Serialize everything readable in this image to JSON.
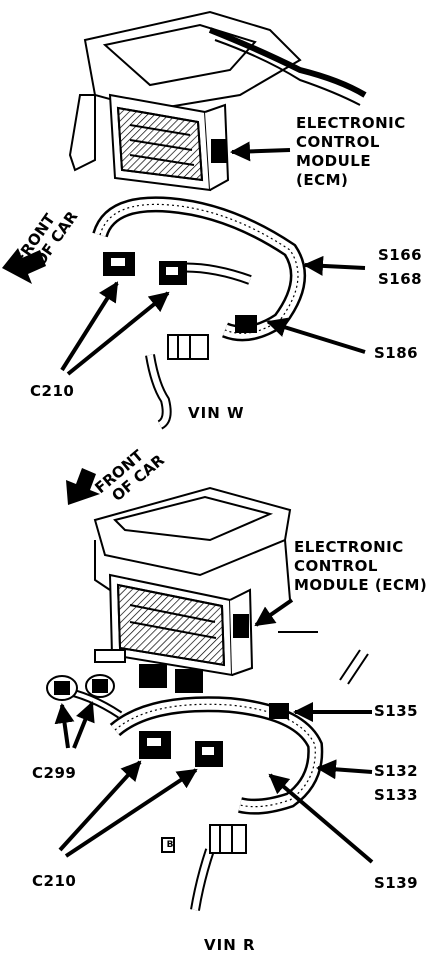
{
  "top": {
    "front_line1": "FRONT",
    "front_line2": "OF CAR",
    "ecm_line1": "ELECTRONIC",
    "ecm_line2": "CONTROL",
    "ecm_line3": "MODULE",
    "ecm_line4": "(ECM)",
    "s166": "S166",
    "s168": "S168",
    "s186": "S186",
    "c210": "C210",
    "caption": "VIN W"
  },
  "bottom": {
    "front_line1": "FRONT",
    "front_line2": "OF CAR",
    "ecm_line1": "ELECTRONIC",
    "ecm_line2": "CONTROL",
    "ecm_line3": "MODULE (ECM)",
    "s135": "S135",
    "s132": "S132",
    "s133": "S133",
    "c299": "C299",
    "c210": "C210",
    "s139": "S139",
    "small_mark": "B",
    "caption": "VIN R"
  }
}
